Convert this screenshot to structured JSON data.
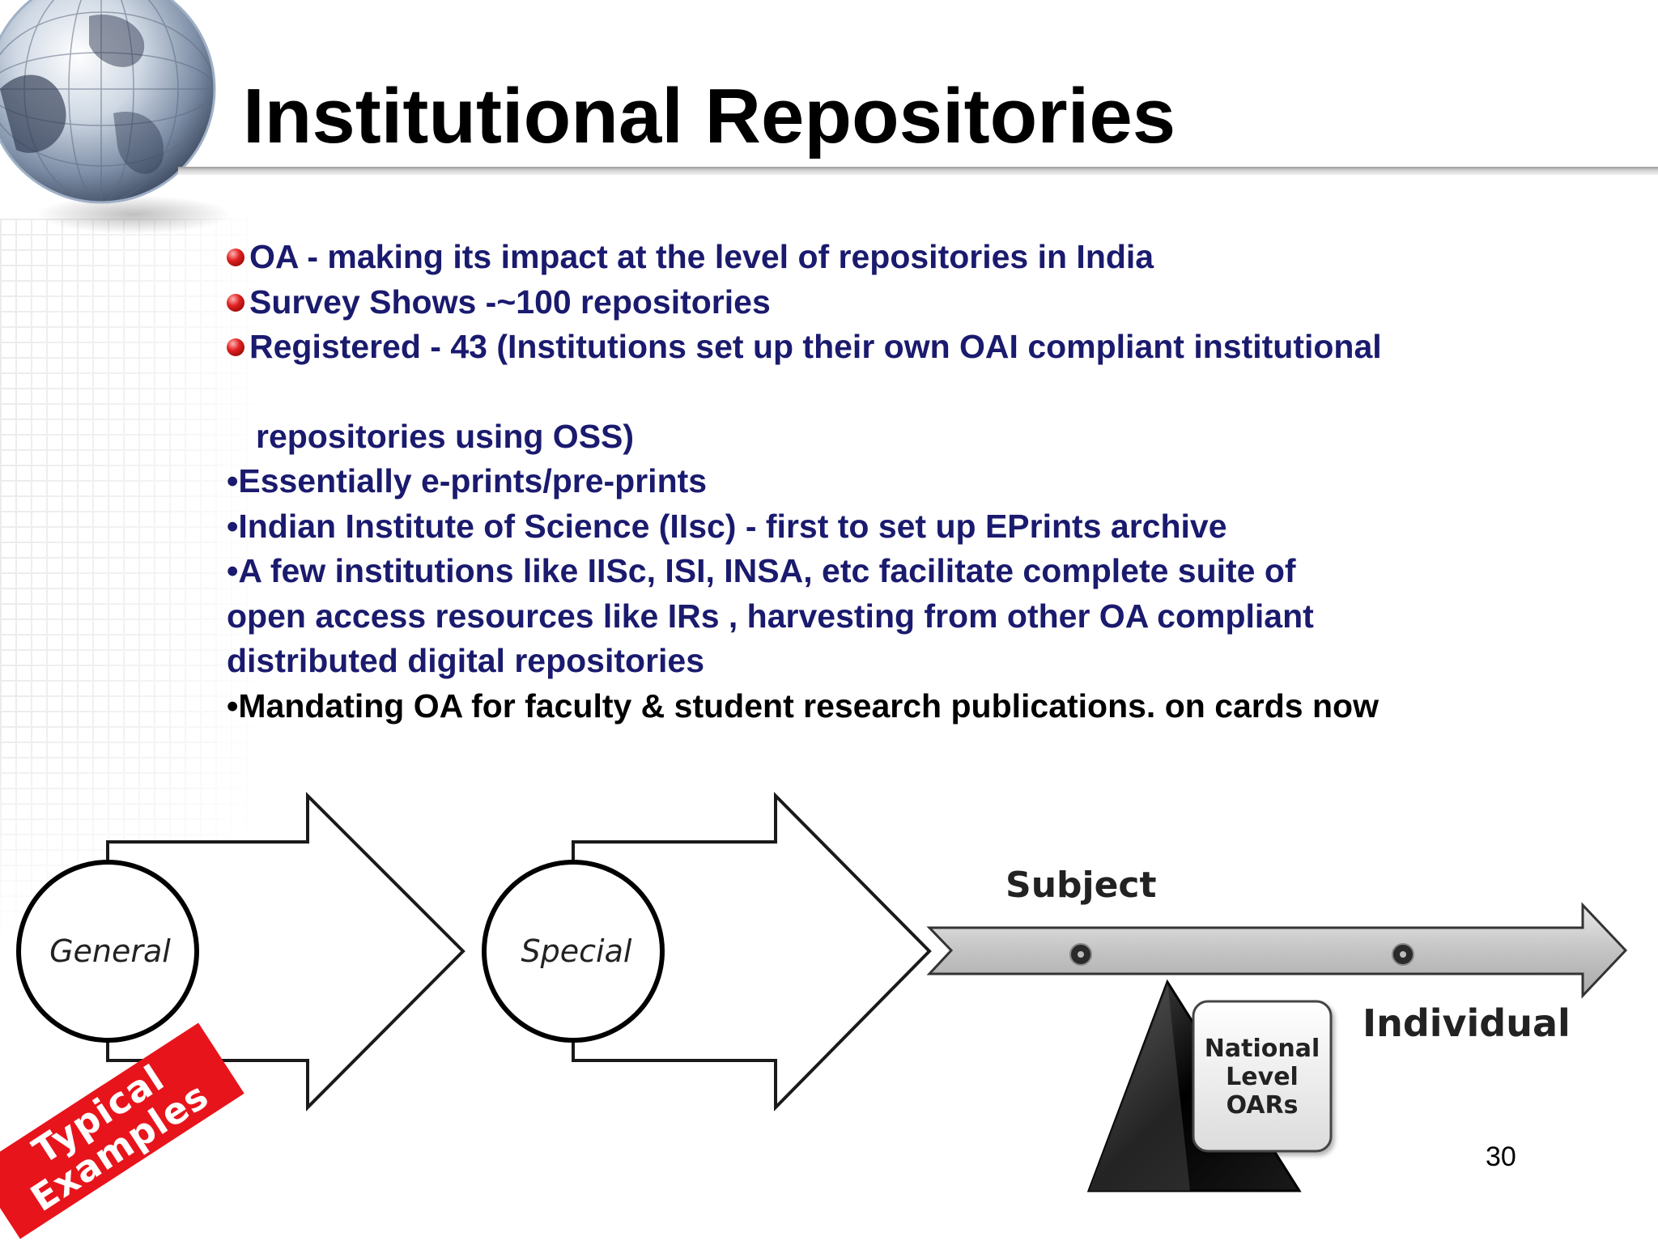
{
  "slide": {
    "title": "Institutional Repositories",
    "page_number": "30"
  },
  "bullets": {
    "b1": "OA - making its impact at the level of repositories in India",
    "b2": "Survey Shows  -~100 repositories",
    "b3": "Registered  - 43  (Institutions set up their own OAI compliant institutional",
    "b3_cont": "repositories using OSS)",
    "b4": "Essentially e-prints/pre-prints",
    "b5": "Indian Institute of Science (IIsc) - first to set up EPrints archive",
    "b6_l1": "A few institutions like IISc,  ISI,  INSA, etc facilitate complete suite of",
    "b6_l2": "open access resources like IRs , harvesting from other OA  compliant",
    "b6_l3": "distributed digital repositories",
    "b7": "Mandating OA for  faculty & student research publications. on cards now",
    "dot": "•"
  },
  "diagram": {
    "general": "General",
    "special": "Special",
    "subject": "Subject",
    "individual": "Individual",
    "national_l1": "National",
    "national_l2": "Level",
    "national_l3": "OARs"
  },
  "stamp": {
    "line1": "Typical",
    "line2": "Examples"
  },
  "colors": {
    "bullet_text": "#1a1a6e",
    "bullet_ball": "#d81e1e",
    "stamp_red": "#e8141b"
  },
  "icons": [
    "globe-icon",
    "red-ball-bullet-icon"
  ]
}
